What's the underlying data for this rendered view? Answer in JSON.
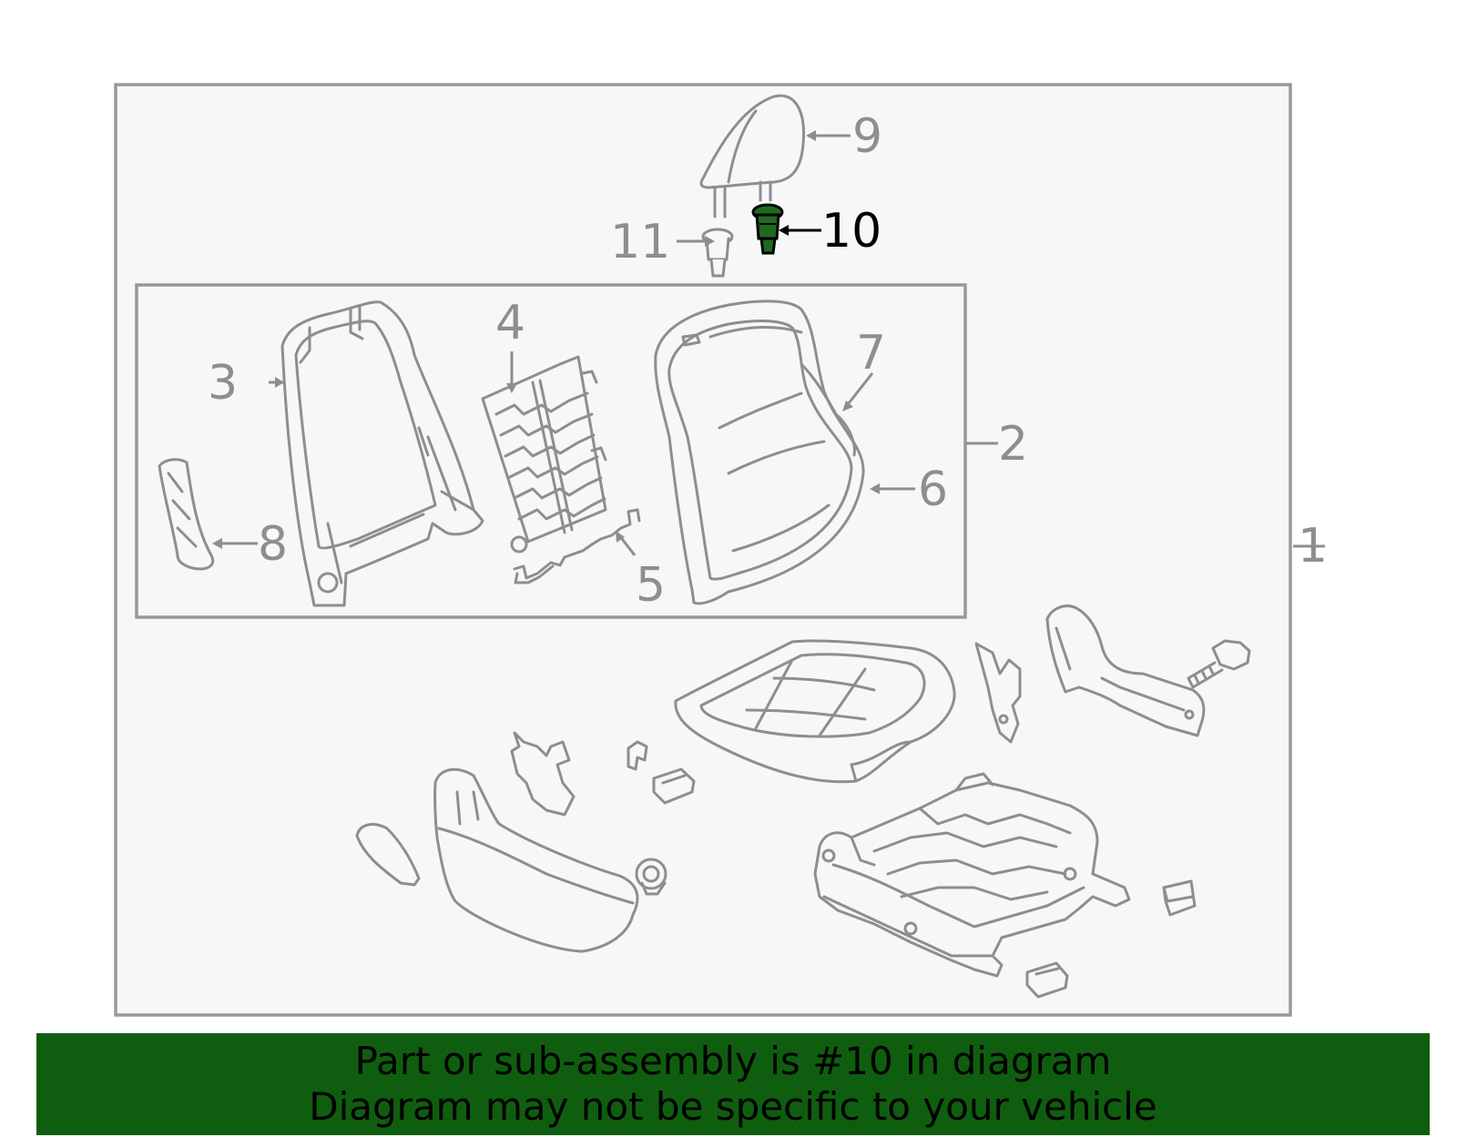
{
  "callouts": {
    "c1": "1",
    "c2": "2",
    "c3": "3",
    "c4": "4",
    "c5": "5",
    "c6": "6",
    "c7": "7",
    "c8": "8",
    "c9": "9",
    "c10": "10",
    "c11": "11"
  },
  "highlighted_part": "10",
  "colors": {
    "highlight_part": "#1e6b1e",
    "banner_background": "#0f5e0f",
    "line_art": "#8e8e8e",
    "panel_fill": "#f7f7f7"
  },
  "banner": {
    "line1": "Part or sub-assembly is #10 in diagram",
    "line2": "Diagram may not be specific to your vehicle"
  }
}
